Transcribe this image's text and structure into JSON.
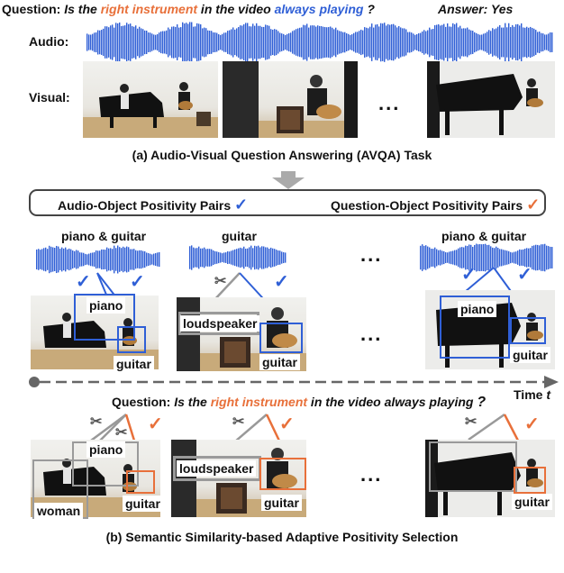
{
  "top": {
    "question_prefix": "Question:",
    "question_part1": "Is the ",
    "question_highlight1": "right instrument",
    "question_part2": " in the video ",
    "question_highlight2": "always playing",
    "question_end": "?",
    "answer": "Answer: Yes",
    "audio_label": "Audio:",
    "visual_label": "Visual:",
    "ellipsis": "...",
    "caption": "(a) Audio-Visual Question Answering (AVQA) Task"
  },
  "pairs_bar": {
    "left_text": "Audio-Object Positivity Pairs",
    "right_text": "Question-Object Positivity  Pairs",
    "check": "✓"
  },
  "audio_labels": [
    "piano & guitar",
    "guitar",
    "piano & guitar"
  ],
  "objects": {
    "piano": "piano",
    "guitar": "guitar",
    "loudspeaker": "loudspeaker",
    "woman": "woman"
  },
  "ellipsis": "...",
  "timeline": {
    "label": "Time ",
    "var": "t"
  },
  "bottom_question": {
    "prefix": "Question: ",
    "part1": "Is the ",
    "highlight": "right instrument",
    "part2": " in the video always playing",
    "end": "?"
  },
  "caption_b": "(b) Semantic Similarity-based Adaptive Positivity Selection",
  "colors": {
    "blue": "#2f5fd6",
    "orange": "#e8703a",
    "gray": "#9a9a9a"
  }
}
